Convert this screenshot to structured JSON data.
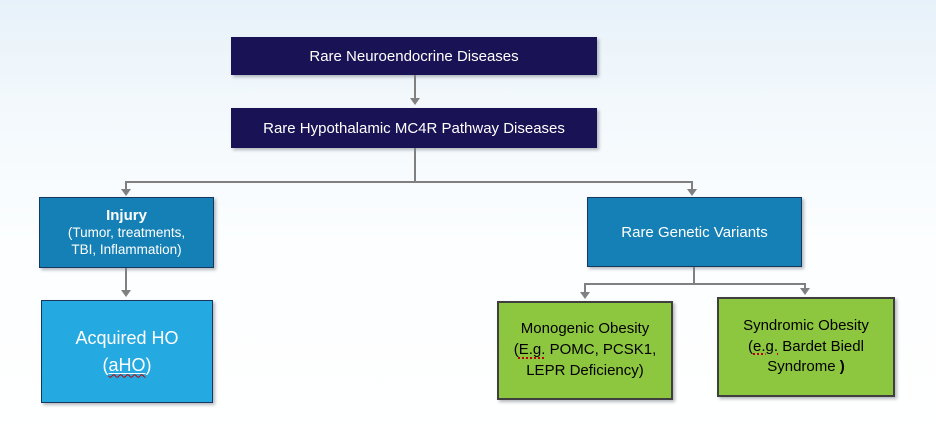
{
  "colors": {
    "navy": "#191254",
    "teal": "#1580B5",
    "light_blue": "#25A9E1",
    "green": "#8DC63F",
    "connector": "#808080",
    "squiggle_red": "#C00000"
  },
  "nodes": {
    "root": {
      "label": "Rare Neuroendocrine Diseases"
    },
    "mc4r": {
      "label": "Rare Hypothalamic MC4R Pathway Diseases"
    },
    "injury": {
      "title": "Injury",
      "line2": "(Tumor, treatments,",
      "line3": "TBI, Inflammation)"
    },
    "acquired_ho": {
      "title": "Acquired HO",
      "open_paren": "(",
      "abbr": "aHO",
      "close_paren": ")"
    },
    "genetic_variants": {
      "label": "Rare Genetic Variants"
    },
    "monogenic": {
      "line1": "Monogenic Obesity",
      "open_paren": "(",
      "eg": "E.g.",
      "line2_rest": " POMC, PCSK1,",
      "line3": "LEPR Deficiency)"
    },
    "syndromic": {
      "line1": "Syndromic Obesity",
      "open_paren": "(",
      "eg": "e.g.",
      "line2_rest": " Bardet Biedl",
      "line3": "Syndrome ",
      "close_paren": ")"
    }
  }
}
